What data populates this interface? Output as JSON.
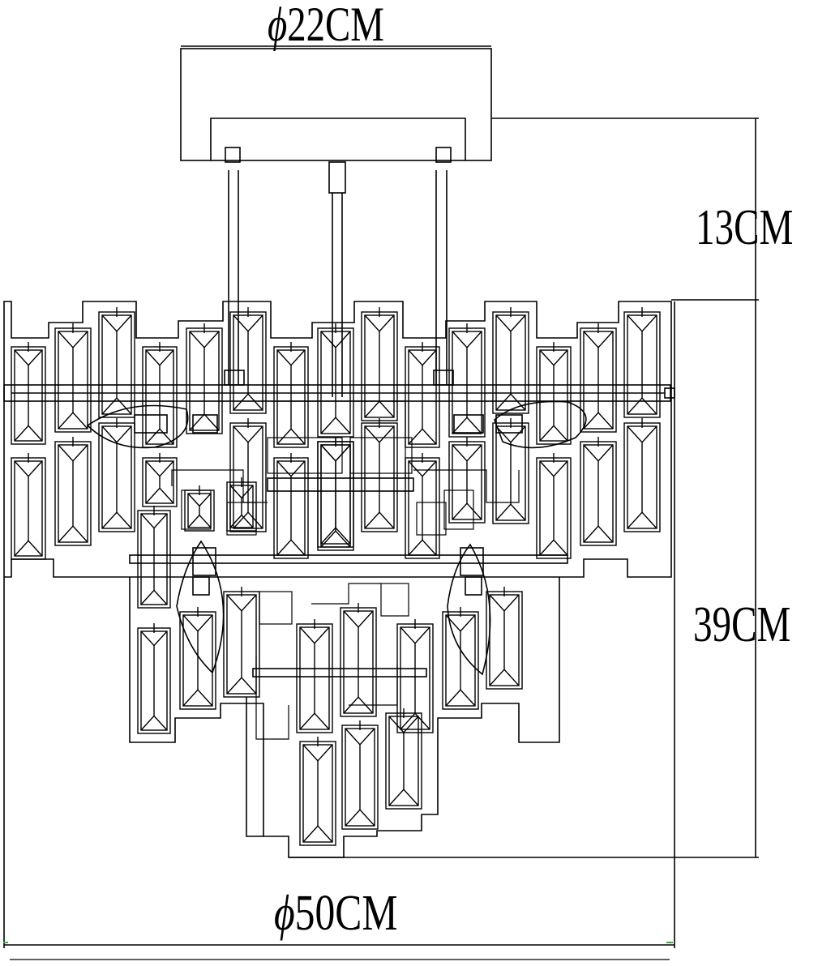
{
  "dimensions": {
    "canopy_diameter": {
      "symbol": "ϕ",
      "value": "22CM"
    },
    "body_diameter": {
      "symbol": "ϕ",
      "value": "50CM"
    },
    "drop_rods": "13CM",
    "body_height": "39CM"
  },
  "colors": {
    "line": "#000000",
    "background": "#ffffff",
    "tick_marker": "#3aa83a"
  }
}
